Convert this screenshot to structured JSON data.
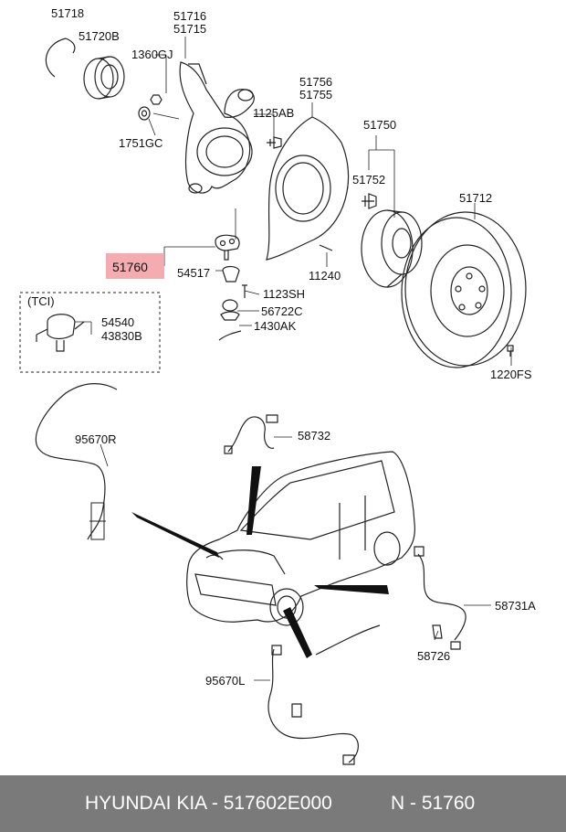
{
  "labels": {
    "p51718": "51718",
    "p51720B": "51720B",
    "p51716": "51716",
    "p51715": "51715",
    "p1360GJ": "1360GJ",
    "p1751GC": "1751GC",
    "p1125AB": "1125AB",
    "p51756": "51756",
    "p51755": "51755",
    "p51750": "51750",
    "p51752": "51752",
    "p51712": "51712",
    "p51760": "51760",
    "p54517": "54517",
    "p11240": "11240",
    "p1123SH": "1123SH",
    "p56722C": "56722C",
    "p1430AK": "1430AK",
    "tci": "(TCI)",
    "p54540": "54540",
    "p43830B": "43830B",
    "p1220FS": "1220FS",
    "p95670R": "95670R",
    "p58732": "58732",
    "p58731A": "58731A",
    "p58726": "58726",
    "p95670L": "95670L"
  },
  "footer": {
    "brand": "HYUNDAI  KIA - 517602E000",
    "part": "N - 51760"
  },
  "colors": {
    "highlight": "#f4a3a8",
    "footer_bg": "#7a7a7a",
    "footer_text": "#ffffff"
  }
}
